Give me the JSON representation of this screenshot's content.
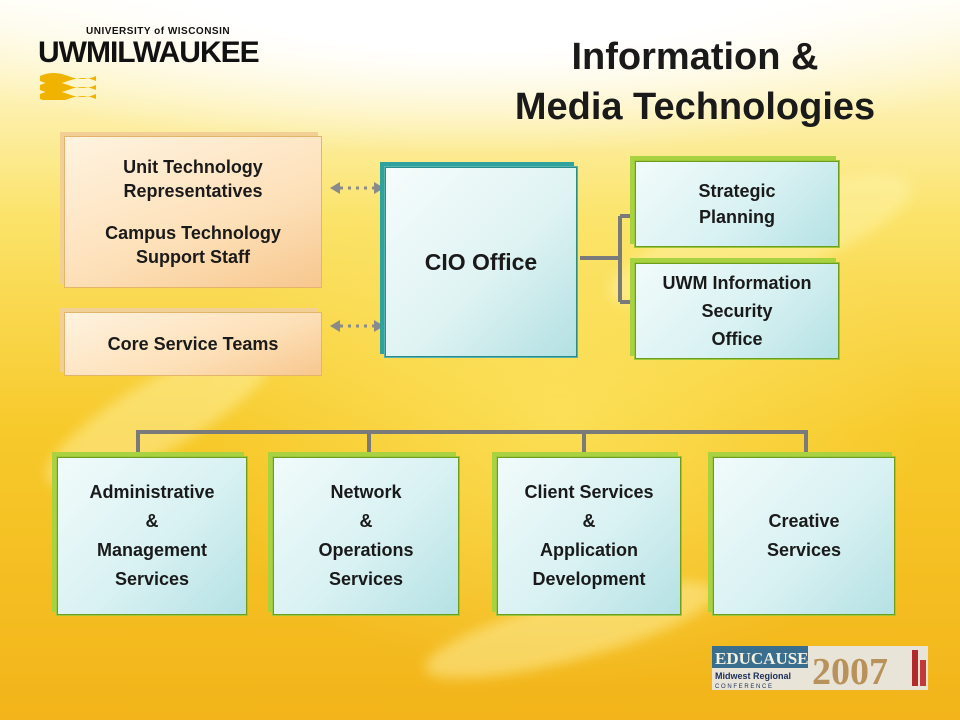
{
  "header": {
    "university_top": "UNIVERSITY of WISCONSIN",
    "university_main": "UWMILWAUKEE",
    "title_line1": "Information &",
    "title_line2": "Media Technologies"
  },
  "left_boxes": {
    "unit_tech": "Unit Technology\nRepresentatives",
    "campus_tech": "Campus Technology\nSupport Staff",
    "core_service": "Core Service Teams"
  },
  "center_box": {
    "label": "CIO Office"
  },
  "right_boxes": {
    "strategic": "Strategic\nPlanning",
    "security": "UWM Information\nSecurity\nOffice"
  },
  "bottom_boxes": [
    {
      "label": "Administrative\n&\nManagement\nServices"
    },
    {
      "label": "Network\n&\nOperations\nServices"
    },
    {
      "label": "Client Services\n&\nApplication\nDevelopment"
    },
    {
      "label": "Creative\nServices"
    }
  ],
  "footer": {
    "educause": "EDUCAUSE",
    "year": "2007",
    "midwest": "Midwest Regional",
    "conference": "C O N F E R E N C E"
  },
  "colors": {
    "title": "#1a1a1a",
    "box_green": "#a8d23f",
    "box_teal": "#2fa29e",
    "box_peach": "#f2cf95",
    "connector": "#7a7a7a",
    "dotted_arrow": "#8a8a8a"
  }
}
